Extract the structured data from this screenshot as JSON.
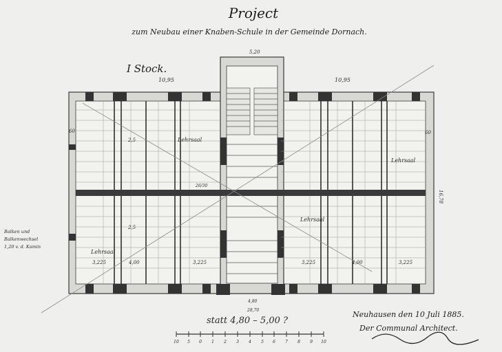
{
  "title": "Project",
  "subtitle": "zum Neubau einer Knaben-Schule in der Gemeinde Dornach.",
  "floor_label": "I Stock.",
  "rooms": {
    "top_left": "Lehrsaal",
    "top_right": "Lehrsaal",
    "bottom_left": "Lehrsaal",
    "bottom_right": "Lehrsaal"
  },
  "dimensions": {
    "top_left_width": "10,95",
    "top_right_width": "10,95",
    "stair_top": "5,20",
    "right_height": "16,78",
    "left_wall": "60",
    "right_wall": "60",
    "bottom_span_1": "3,225",
    "bottom_span_2": "4,00",
    "bottom_span_3": "3,225",
    "bottom_span_4": "3,225",
    "bottom_span_5": "4,00",
    "bottom_span_6": "3,225",
    "corridor_bottom": "4,80",
    "overall_bottom": "28,70",
    "beam_1": "2,5",
    "beam_2": "2,5",
    "beam_3": "26/30"
  },
  "side_note": [
    "Balken und",
    "Balkenwechsel",
    "1,20 v. d. Kamin"
  ],
  "pencil_note": "statt 4,80 – 5,00 ?",
  "signature_block": {
    "place_date": "Neuhausen den 10 Juli 1885.",
    "role": "Der Communal Architect."
  },
  "scale_bar_labels": [
    "10",
    "5",
    "0",
    "1",
    "2",
    "3",
    "4",
    "5",
    "6",
    "7",
    "8",
    "9",
    "10"
  ]
}
